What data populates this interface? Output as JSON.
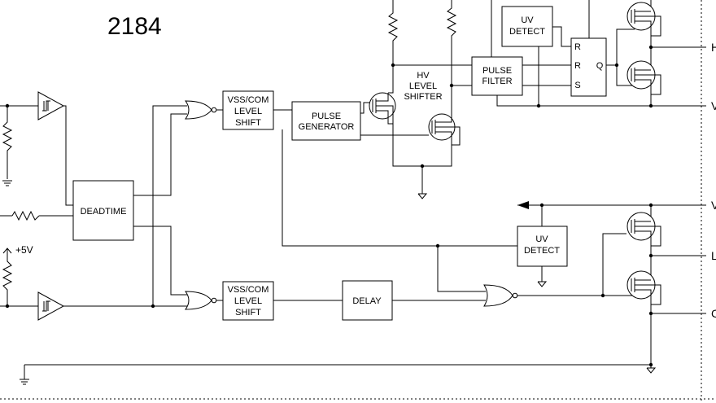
{
  "title": "2184",
  "supply_label": "+5V",
  "blocks": {
    "vss_com_upper": [
      "VSS/COM",
      "LEVEL",
      "SHIFT"
    ],
    "vss_com_lower": [
      "VSS/COM",
      "LEVEL",
      "SHIFT"
    ],
    "pulse_generator": [
      "PULSE",
      "GENERATOR"
    ],
    "hv_level_shifter": [
      "HV",
      "LEVEL",
      "SHIFTER"
    ],
    "pulse_filter": [
      "PULSE",
      "FILTER"
    ],
    "uv_detect_upper": [
      "UV",
      "DETECT"
    ],
    "uv_detect_lower": [
      "UV",
      "DETECT"
    ],
    "deadtime": "DEADTIME",
    "delay": "DELAY",
    "latch": {
      "r1": "R",
      "r2": "R",
      "s": "S",
      "q": "Q"
    }
  },
  "edge_labels": {
    "upper_right_1": "H",
    "upper_right_2": "V",
    "lower_right_1": "V",
    "lower_right_2": "L",
    "lower_right_3": "C"
  }
}
